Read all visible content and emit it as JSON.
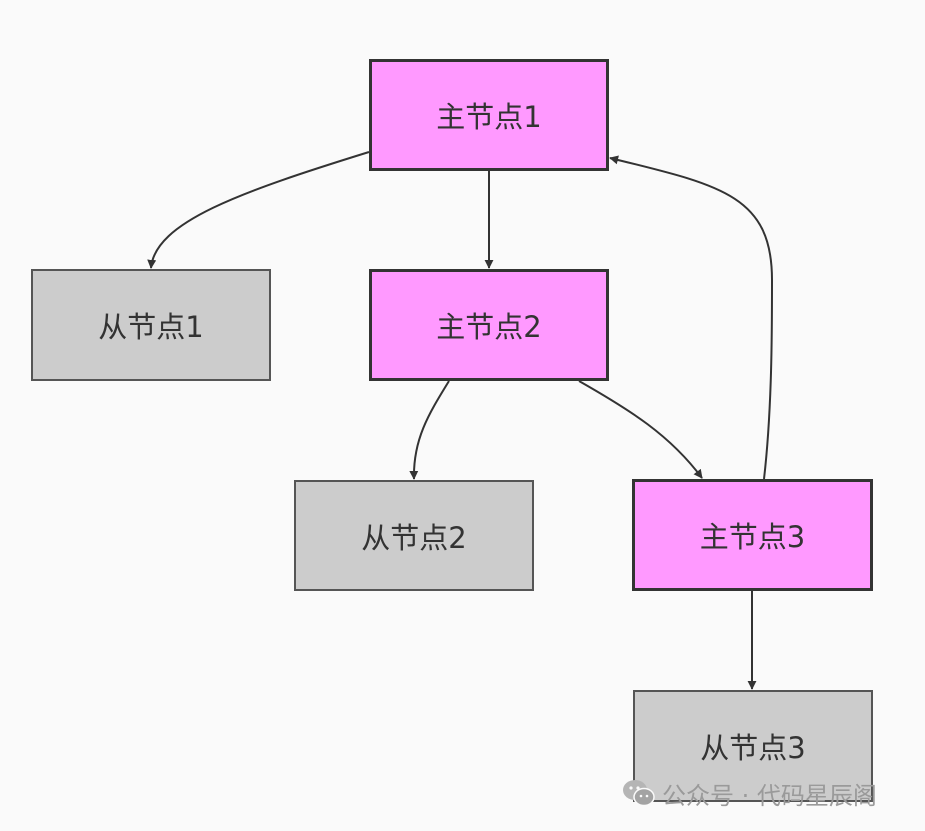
{
  "colors": {
    "master_fill": "#ff99ff",
    "slave_fill": "#cccccc",
    "edge_color": "#333333"
  },
  "nodes": {
    "master1": {
      "label": "主节点1"
    },
    "master2": {
      "label": "主节点2"
    },
    "master3": {
      "label": "主节点3"
    },
    "slave1": {
      "label": "从节点1"
    },
    "slave2": {
      "label": "从节点2"
    },
    "slave3": {
      "label": "从节点3"
    }
  },
  "edges": [
    {
      "from": "master1",
      "to": "slave1"
    },
    {
      "from": "master1",
      "to": "master2"
    },
    {
      "from": "master2",
      "to": "slave2"
    },
    {
      "from": "master2",
      "to": "master3"
    },
    {
      "from": "master3",
      "to": "master1"
    },
    {
      "from": "master3",
      "to": "slave3"
    }
  ],
  "watermark": {
    "text": "公众号 · 代码星辰阁",
    "icon": "wechat-icon"
  }
}
